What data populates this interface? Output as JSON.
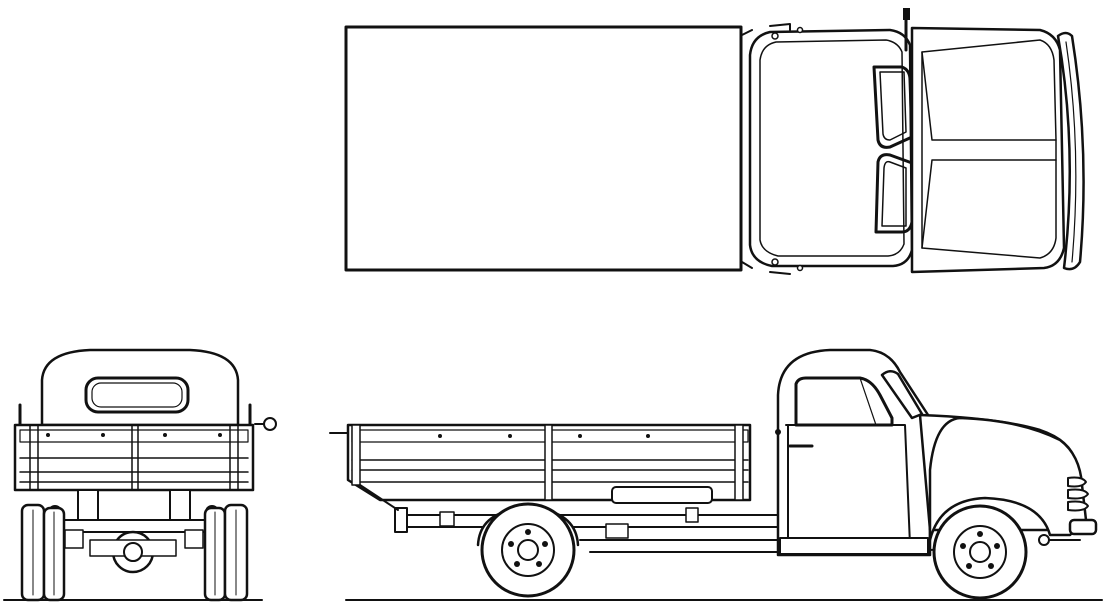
{
  "drawing": {
    "views": [
      "top-view",
      "rear-view",
      "side-view"
    ],
    "colors": {
      "line": "#111111",
      "paper": "#ffffff"
    }
  }
}
